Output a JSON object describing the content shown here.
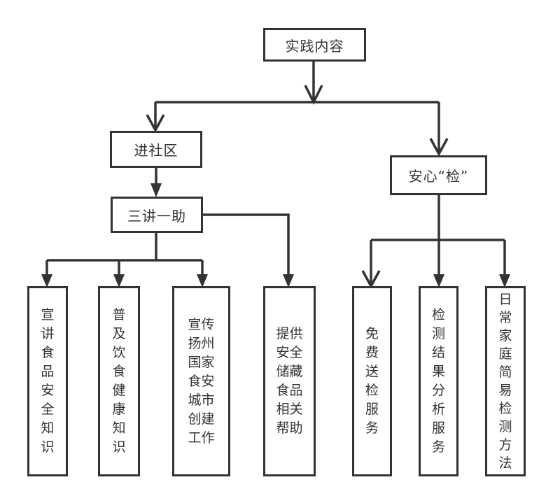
{
  "diagram": {
    "root": {
      "label": "实践内容"
    },
    "branches": [
      {
        "label": "进社区",
        "child": {
          "label": "三讲一助",
          "items": [
            {
              "label": "宣讲食品安全知识"
            },
            {
              "label": "普及饮食健康知识"
            },
            {
              "label": "宣传扬州国家食安城市创建工作"
            },
            {
              "label": "提供安全储藏食品相关帮助"
            }
          ]
        }
      },
      {
        "label": "安心“检”",
        "items": [
          {
            "label": "免费送检服务"
          },
          {
            "label": "检测结果分析服务"
          },
          {
            "label": "日常家庭简易检测方法"
          }
        ]
      }
    ],
    "colors": {
      "stroke": "#333333",
      "background": "#ffffff",
      "text": "#333333"
    }
  }
}
